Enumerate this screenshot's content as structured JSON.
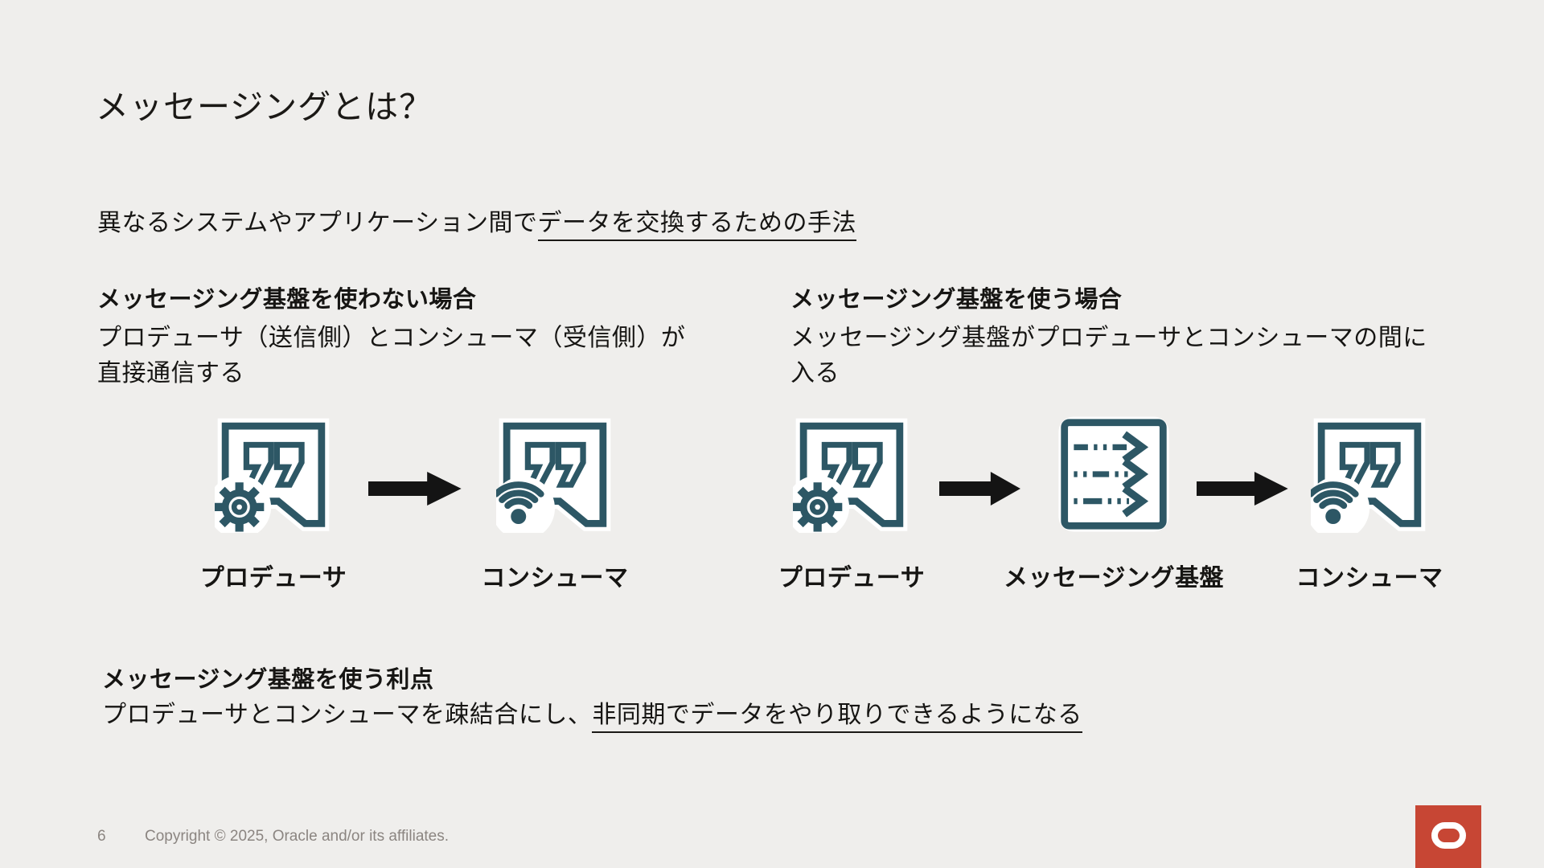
{
  "slide": {
    "title": "メッセージングとは？",
    "subtitle": {
      "plain": "異なるシステムやアプリケーション間で",
      "underlined": "データを交換するための手法"
    },
    "left_section": {
      "heading": "メッセージング基盤を使わない場合",
      "body_line1": "プロデューサ（送信側）とコンシューマ（受信側）が",
      "body_line2": "直接通信する",
      "producer_label": "プロデューサ",
      "consumer_label": "コンシューマ"
    },
    "right_section": {
      "heading": "メッセージング基盤を使う場合",
      "body": "メッセージング基盤がプロデューサとコンシューマの間に入る",
      "producer_label": "プロデューサ",
      "platform_label": "メッセージング基盤",
      "consumer_label": "コンシューマ"
    },
    "benefits": {
      "heading": "メッセージング基盤を使う利点",
      "body_plain": "プロデューサとコンシューマを疎結合にし、",
      "body_underlined": "非同期でデータをやり取りできるようになる"
    },
    "footer": {
      "page_number": "6",
      "copyright": "Copyright © 2025, Oracle and/or its affiliates."
    },
    "icons": {
      "producer": "quote-bubble-gear-icon",
      "consumer": "quote-bubble-wifi-icon",
      "platform": "dashed-arrows-box-icon",
      "flow": "right-block-arrow",
      "logo": "oracle-logo"
    },
    "colors": {
      "background": "#efeeec",
      "icon_teal": "#2d5765",
      "arrow_black": "#141414",
      "logo_red": "#c74634",
      "text": "#161513",
      "footer_gray": "#8b8581"
    }
  }
}
